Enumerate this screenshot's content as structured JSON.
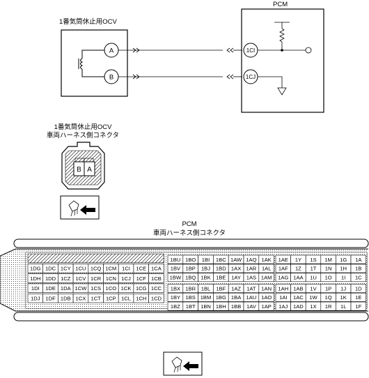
{
  "wiring": {
    "ocv_name": "1番気筒休止用OCV",
    "pcm_name": "PCM",
    "ocv_terminals": [
      "A",
      "B"
    ],
    "pcm_terminals": [
      "1CI",
      "1CJ"
    ]
  },
  "ocv_connector": {
    "title_line1": "1番気筒休止用OCV",
    "title_line2": "車両ハーネス側コネクタ",
    "pins": [
      "B",
      "A"
    ]
  },
  "pcm_connector": {
    "title_line1": "PCM",
    "title_line2": "車両ハーネス側コネクタ",
    "block_c": [
      [
        "",
        "",
        "",
        "",
        "",
        "",
        "",
        ""
      ],
      [
        "1DG",
        "1DC",
        "1CY",
        "1CU",
        "1CQ",
        "1CM",
        "1CI",
        "1CE",
        "1CA"
      ],
      [
        "1DH",
        "1DD",
        "1CZ",
        "1CV",
        "1CR",
        "1CN",
        "1CJ",
        "1CF",
        "1CB"
      ],
      [
        "1DI",
        "1DE",
        "1DA",
        "1CW",
        "1CS",
        "1CO",
        "1CK",
        "1CG",
        "1CC"
      ],
      [
        "1DJ",
        "1DF",
        "1DB",
        "1CX",
        "1CT",
        "1CP",
        "1CL",
        "1CH",
        "1CD"
      ]
    ],
    "block_b": [
      [
        "1BU",
        "1BO",
        "1BI",
        "1BC",
        "1AW",
        "1AQ",
        "1AK"
      ],
      [
        "1BV",
        "1BP",
        "1BJ",
        "1BD",
        "1AX",
        "1AR",
        "1AL"
      ],
      [
        "1BW",
        "1BQ",
        "1BK",
        "1BE",
        "1AY",
        "1AS",
        "1AM"
      ],
      [
        "1BX",
        "1BR",
        "1BL",
        "1BF",
        "1AZ",
        "1AT",
        "1AN"
      ],
      [
        "1BY",
        "1BS",
        "1BM",
        "1BG",
        "1BA",
        "1AU",
        "1AO"
      ],
      [
        "1BZ",
        "1BT",
        "1BN",
        "1BH",
        "1BB",
        "1AV",
        "1AP"
      ]
    ],
    "block_a": [
      [
        "1AE",
        "1Y",
        "1S",
        "1M",
        "1G",
        "1A"
      ],
      [
        "1AF",
        "1Z",
        "1T",
        "1N",
        "1H",
        "1B"
      ],
      [
        "1AG",
        "1AA",
        "1U",
        "1O",
        "1I",
        "1C"
      ],
      [
        "1AH",
        "1AB",
        "1V",
        "1P",
        "1J",
        "1D"
      ],
      [
        "1AI",
        "1AC",
        "1W",
        "1Q",
        "1K",
        "1E"
      ],
      [
        "1AJ",
        "1AD",
        "1X",
        "1R",
        "1L",
        "1F"
      ]
    ]
  }
}
